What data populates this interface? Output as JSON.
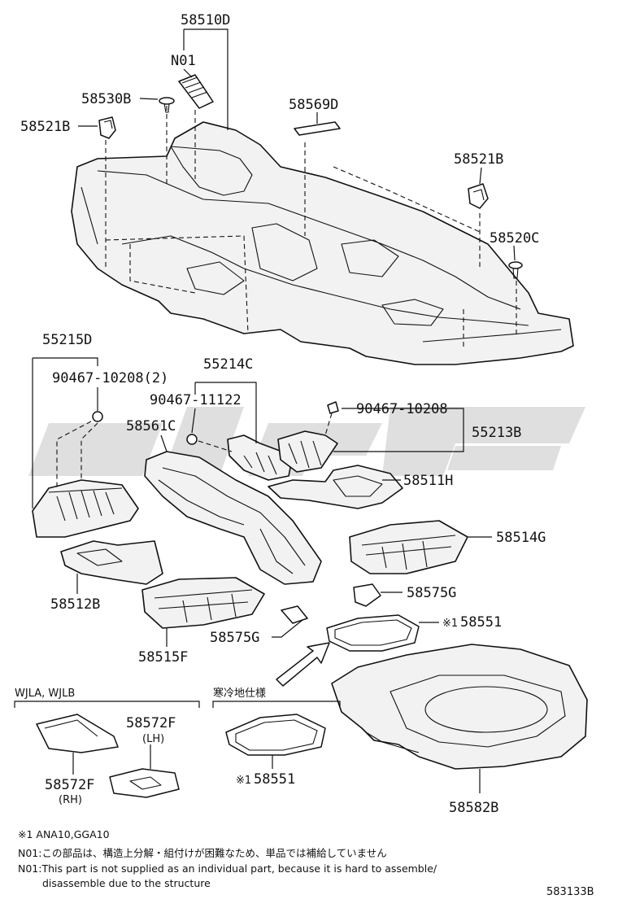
{
  "parts": {
    "p58510D": "58510D",
    "pN01": "N01",
    "p58530B": "58530B",
    "p58521B_left": "58521B",
    "p58569D": "58569D",
    "p58521B_right": "58521B",
    "p58520C": "58520C",
    "p55215D": "55215D",
    "p90467_10208_2": "90467-10208(2)",
    "p55214C": "55214C",
    "p90467_11122": "90467-11122",
    "p58561C": "58561C",
    "p90467_10208": "90467-10208",
    "p55213B": "55213B",
    "p58511H": "58511H",
    "p58514G": "58514G",
    "p58512B": "58512B",
    "p58575G_a": "58575G",
    "p58551_top": "58551",
    "p58575G_b": "58575G",
    "p58515F": "58515F",
    "p58572F_lh": "58572F",
    "p58572F_rh": "58572F",
    "p58551_bottom": "58551",
    "p58582B": "58582B"
  },
  "side_labels": {
    "lh": "(LH)",
    "rh": "(RH)"
  },
  "marks": {
    "note1_top": "※1",
    "note1_bottom": "※1"
  },
  "variants": {
    "wjl": "WJLA, WJLB",
    "cold": "寒冷地仕様"
  },
  "notes": {
    "line1": "※1 ANA10,GGA10",
    "line2": "N01:この部品は、構造上分解・組付けが困難なため、単品では補給していません",
    "line3": "N01:This part is not supplied as an individual part,  because it is hard to assemble/",
    "line4": "disassemble due to the structure"
  },
  "diagram_id": "583133B"
}
